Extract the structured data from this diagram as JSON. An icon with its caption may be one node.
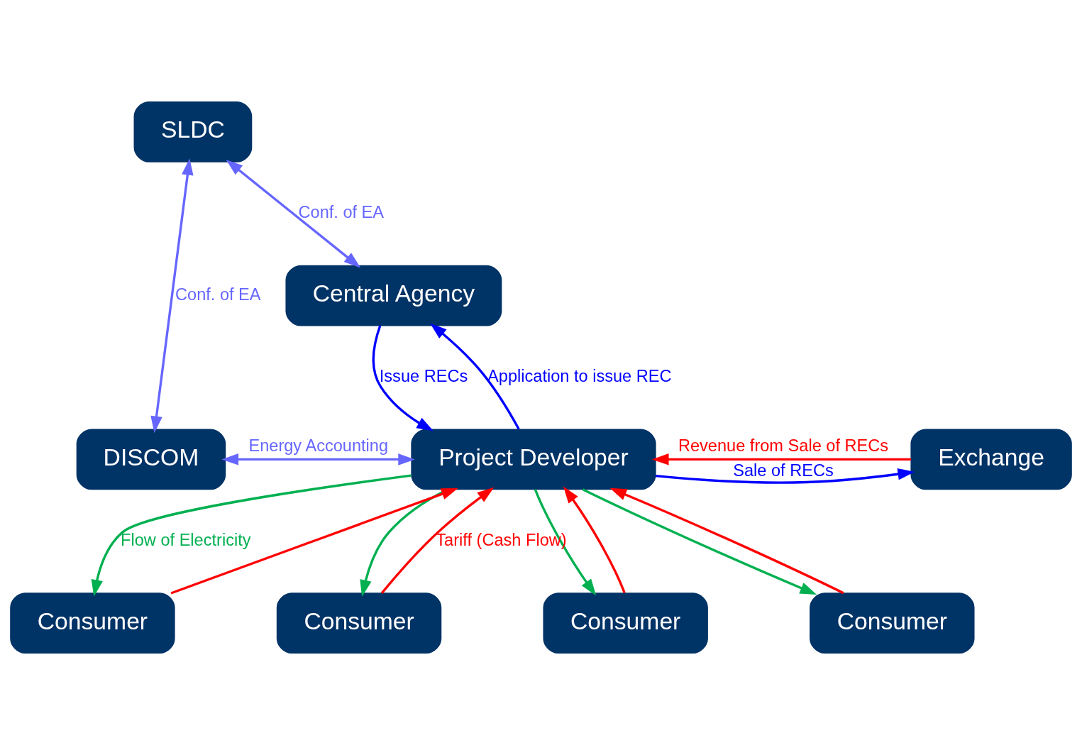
{
  "diagram": {
    "nodes": [
      {
        "text": [
          "Central Agency"
        ]
      },
      {
        "text": [
          "SLDC"
        ]
      },
      {
        "text": [
          "DISCOM"
        ]
      },
      {
        "text": [
          "Project Developer"
        ]
      },
      {
        "text": [
          "Exchange"
        ]
      },
      {
        "text": [
          "Consumer"
        ]
      },
      {
        "text": [
          "Consumer"
        ]
      },
      {
        "text": [
          "Consumer"
        ]
      },
      {
        "text": [
          "Consumer"
        ]
      }
    ],
    "edges": [
      {
        "from": 1,
        "to": 0,
        "arrow": "both",
        "label": "Conf. of EA",
        "color": "#6666ff"
      },
      {
        "from": 1,
        "to": 2,
        "arrow": "both",
        "label": "Conf. of EA",
        "color": "#6666ff"
      },
      {
        "from": 2,
        "to": 3,
        "arrow": "both",
        "label": "Energy Accounting",
        "color": "#6666ff"
      },
      {
        "from": 3,
        "to": 0,
        "arrow": "to",
        "label": "Application to issue REC",
        "color": "#0000ff"
      },
      {
        "from": 0,
        "to": 3,
        "arrow": "to",
        "label": "Issue RECs",
        "color": "#0000ff"
      },
      {
        "from": 3,
        "to": 4,
        "arrow": "to",
        "label": "Sale of RECs",
        "color": "#0000ff"
      },
      {
        "from": 4,
        "to": 3,
        "arrow": "to",
        "label": "Revenue from Sale of RECs",
        "color": "#ff0000"
      },
      {
        "from": 3,
        "to": 5,
        "arrow": "to",
        "label": "Flow of Electricity",
        "color": "#00b050"
      },
      {
        "from": 3,
        "to": 6,
        "arrow": "to",
        "color": "#00b050"
      },
      {
        "from": 3,
        "to": 7,
        "arrow": "to",
        "color": "#00b050"
      },
      {
        "from": 3,
        "to": 8,
        "arrow": "to",
        "color": "#00b050"
      },
      {
        "from": 5,
        "to": 3,
        "arrow": "to",
        "color": "#ff0000"
      },
      {
        "from": 6,
        "to": 3,
        "arrow": "to",
        "label": "Tariff (Cash Flow)",
        "color": "#ff0000"
      },
      {
        "from": 7,
        "to": 3,
        "arrow": "to",
        "color": "#ff0000"
      },
      {
        "from": 8,
        "to": 3,
        "arrow": "to",
        "color": "#ff0000"
      }
    ]
  }
}
